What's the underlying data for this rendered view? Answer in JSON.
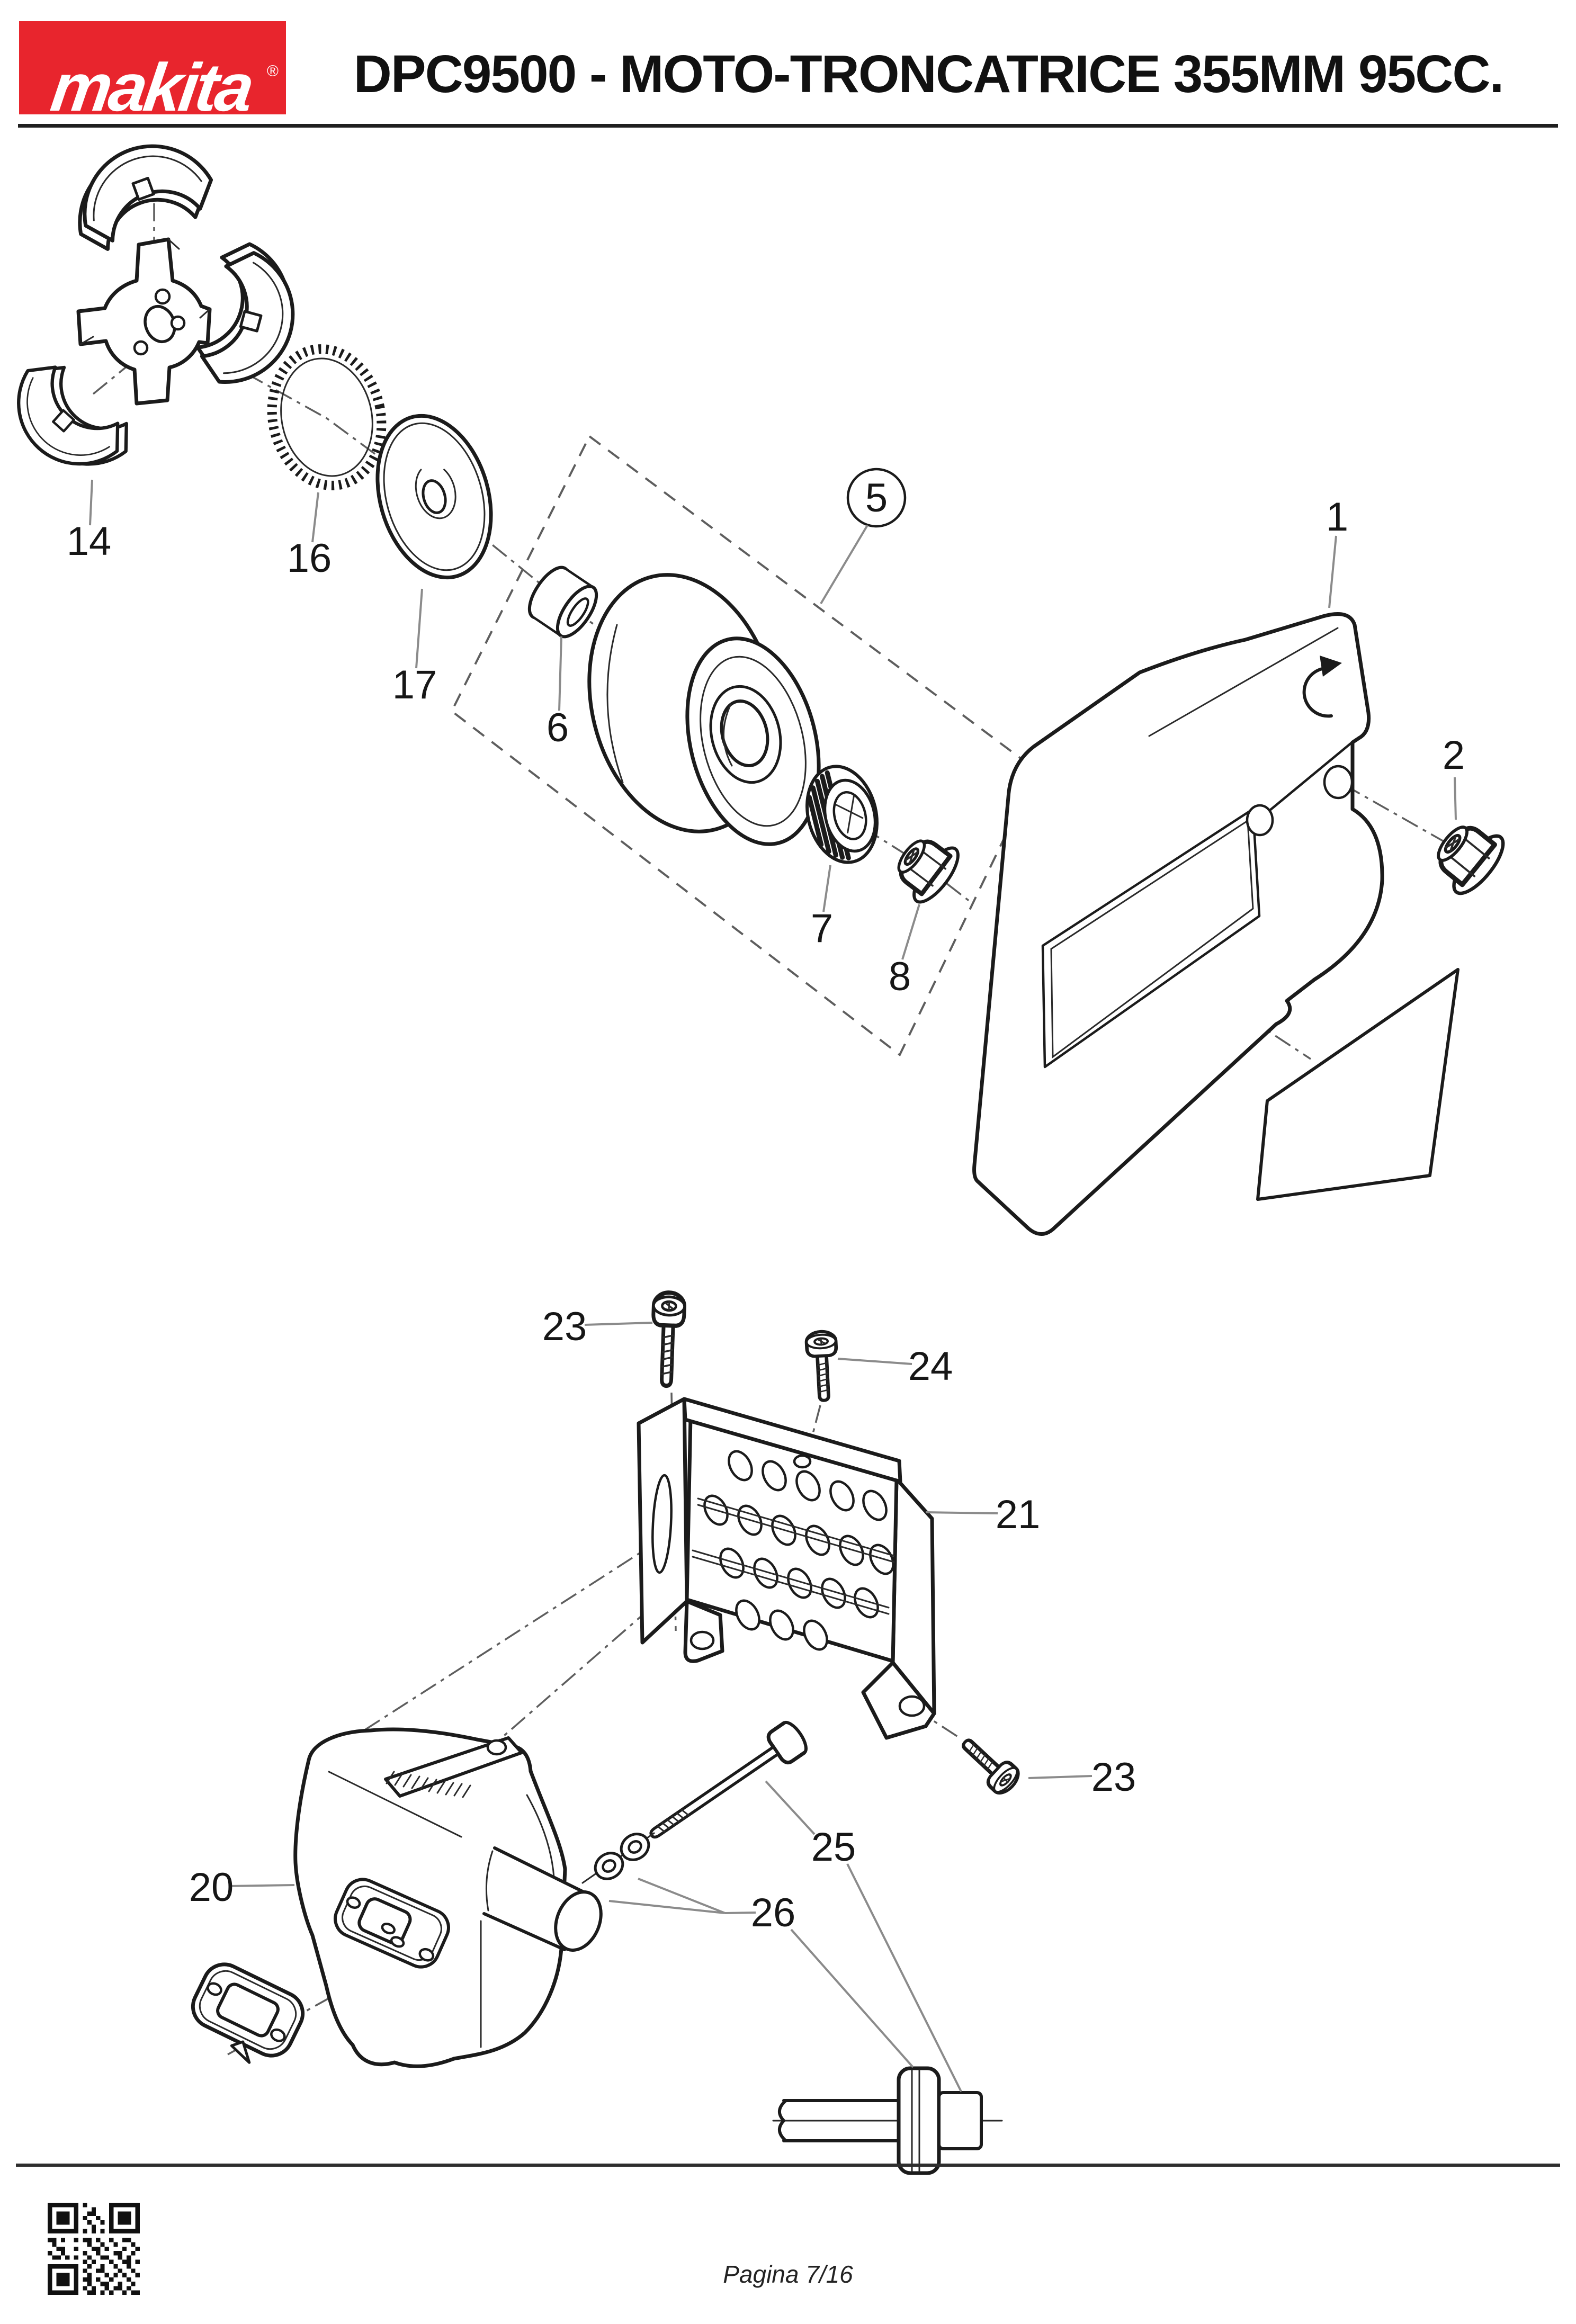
{
  "header": {
    "brand": "makita",
    "registered_mark": "®",
    "title": "DPC9500 - MOTO-TRONCATRICE 355MM 95CC.",
    "brand_color": "#e8252d",
    "brand_style": "background:#e8252d"
  },
  "diagram": {
    "callouts": {
      "part1": "1",
      "part2": "2",
      "part5": "5",
      "part6": "6",
      "part7": "7",
      "part8": "8",
      "part14": "14",
      "part16": "16",
      "part17": "17",
      "part20": "20",
      "part21": "21",
      "part23_top": "23",
      "part23_side": "23",
      "part24": "24",
      "part25": "25",
      "part26": "26"
    }
  },
  "footer": {
    "page_label": "Pagina 7/16"
  },
  "icons": {
    "qr_code": "▦",
    "rotation_arrow": "↻"
  }
}
